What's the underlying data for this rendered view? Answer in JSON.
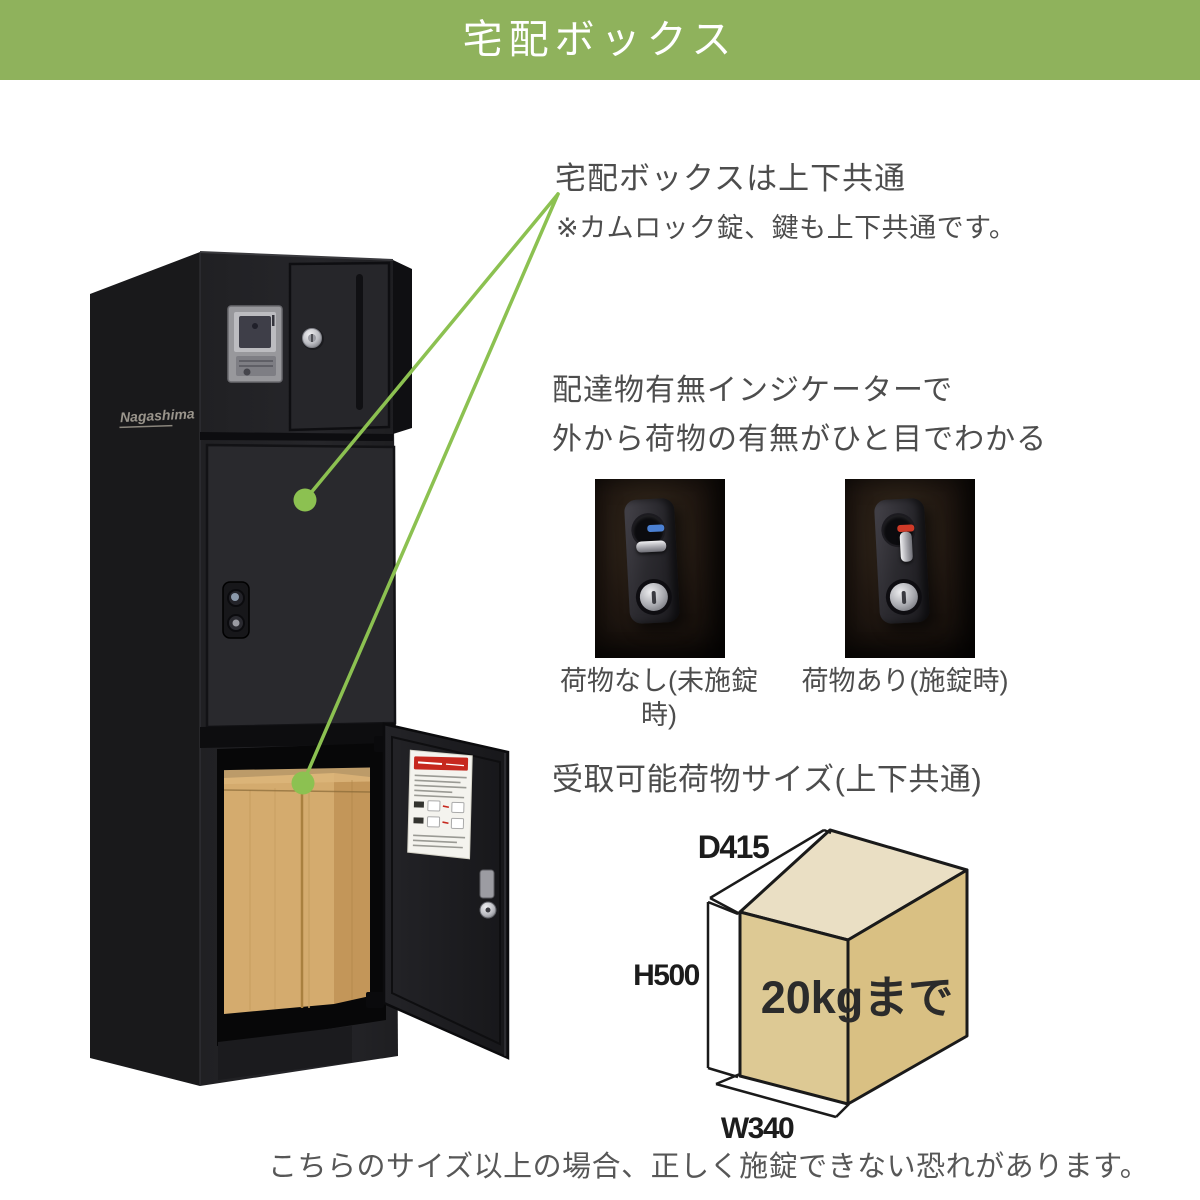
{
  "header": {
    "title": "宅配ボックス"
  },
  "colors": {
    "header_bg": "#8FB25C",
    "annotation_green": "#8CC151",
    "heading_text": "#4D4D4D",
    "indicator_unlocked": "#4B80D2",
    "indicator_locked": "#CF3A28",
    "box_front": "#DDC994",
    "box_top": "#EADFC4",
    "box_right": "#D9C083"
  },
  "product": {
    "brand": "Nagashima"
  },
  "callout": {
    "title": "宅配ボックスは上下共通",
    "note": "※カムロック錠、鍵も上下共通です。"
  },
  "indicator_section": {
    "heading_line1": "配達物有無インジケーターで",
    "heading_line2": "外から荷物の有無がひと目でわかる",
    "photos": [
      {
        "caption": "荷物なし(未施錠時)",
        "indicator_color": "#4B80D2"
      },
      {
        "caption": "荷物あり(施錠時)",
        "indicator_color": "#CF3A28"
      }
    ]
  },
  "size_section": {
    "heading": "受取可能荷物サイズ(上下共通)",
    "depth_label": "D415",
    "height_label": "H500",
    "width_label": "W340",
    "capacity_label": "20kgまで",
    "warning": "こちらのサイズ以上の場合、正しく施錠できない恐れがあります。"
  }
}
